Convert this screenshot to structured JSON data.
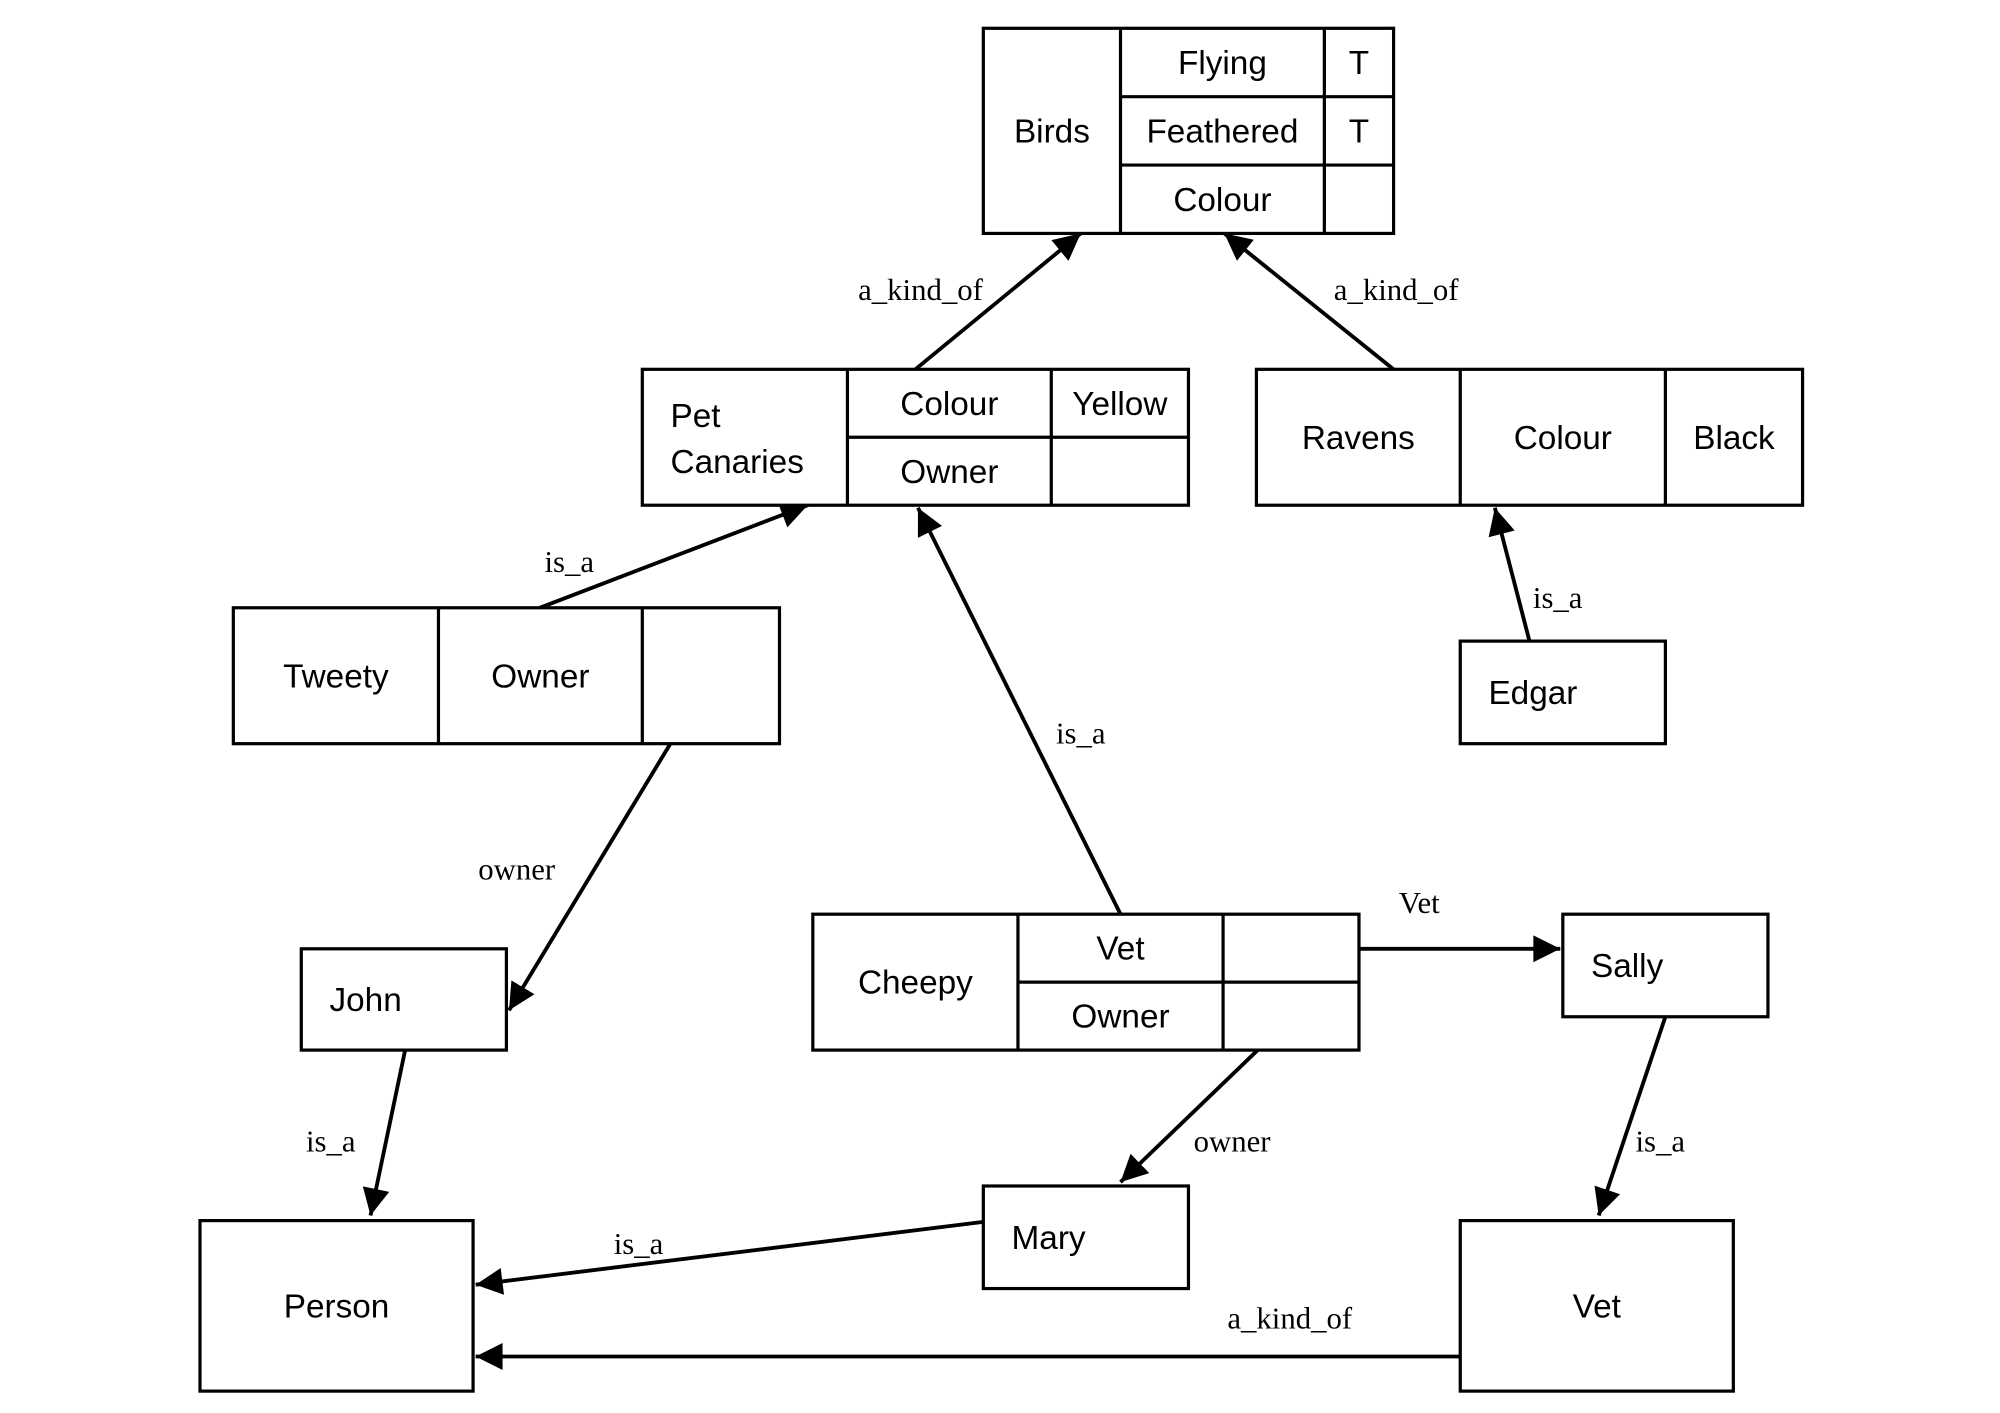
{
  "frames": {
    "birds": {
      "name": "Birds",
      "slots": [
        [
          "Flying",
          "T"
        ],
        [
          "Feathered",
          "T"
        ],
        [
          "Colour",
          ""
        ]
      ]
    },
    "pet_canaries": {
      "name": [
        "Pet",
        "Canaries"
      ],
      "slots": [
        [
          "Colour",
          "Yellow"
        ],
        [
          "Owner",
          ""
        ]
      ]
    },
    "ravens": {
      "name": "Ravens",
      "slots": [
        [
          "Colour",
          "Black"
        ]
      ]
    },
    "tweety": {
      "name": "Tweety",
      "slots": [
        [
          "Owner",
          ""
        ]
      ]
    },
    "edgar": {
      "name": "Edgar"
    },
    "cheepy": {
      "name": "Cheepy",
      "slots": [
        [
          "Vet",
          ""
        ],
        [
          "Owner",
          ""
        ]
      ]
    },
    "john": {
      "name": "John"
    },
    "sally": {
      "name": "Sally"
    },
    "mary": {
      "name": "Mary"
    },
    "person": {
      "name": "Person"
    },
    "vet": {
      "name": "Vet"
    }
  },
  "edges": [
    {
      "from": "pet_canaries",
      "to": "birds",
      "label": "a_kind_of"
    },
    {
      "from": "ravens",
      "to": "birds",
      "label": "a_kind_of"
    },
    {
      "from": "tweety",
      "to": "pet_canaries",
      "label": "is_a"
    },
    {
      "from": "cheepy",
      "to": "pet_canaries",
      "label": "is_a"
    },
    {
      "from": "edgar",
      "to": "ravens",
      "label": "is_a"
    },
    {
      "from": "tweety.owner",
      "to": "john",
      "label": "owner"
    },
    {
      "from": "cheepy.vet",
      "to": "sally",
      "label": "Vet"
    },
    {
      "from": "cheepy.owner",
      "to": "mary",
      "label": "owner"
    },
    {
      "from": "john",
      "to": "person",
      "label": "is_a"
    },
    {
      "from": "mary",
      "to": "person",
      "label": "is_a"
    },
    {
      "from": "sally",
      "to": "vet",
      "label": "is_a"
    },
    {
      "from": "vet",
      "to": "person",
      "label": "a_kind_of"
    }
  ]
}
